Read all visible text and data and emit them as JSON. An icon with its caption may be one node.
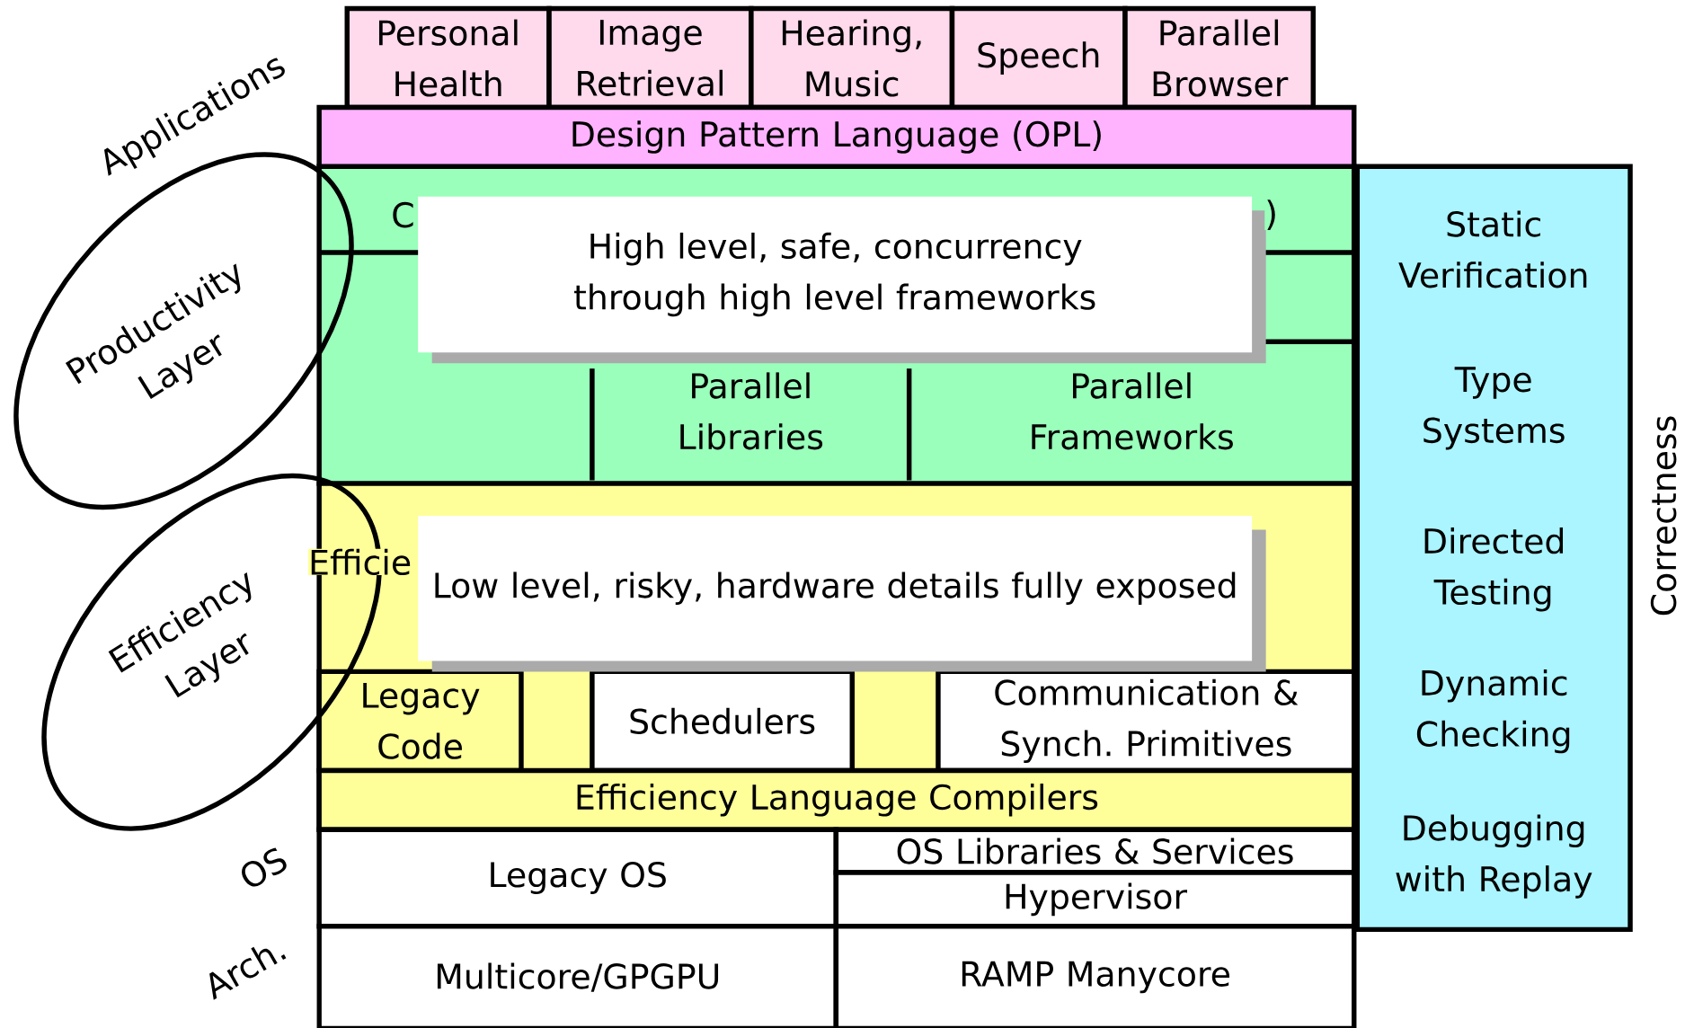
{
  "diagram": {
    "nodes": [
      {
        "text": [
          "Personal Health"
        ]
      },
      {
        "text": [
          "Image Retrieval"
        ]
      },
      {
        "text": [
          "Hearing, Music"
        ]
      },
      {
        "text": [
          "Speech"
        ]
      },
      {
        "text": [
          "Parallel Browser"
        ]
      },
      {
        "text": [
          "Design Pattern Language (OPL)"
        ]
      },
      {
        "text": [],
        "shape": "box"
      },
      {
        "text": [
          "C",
          ")"
        ],
        "in": 6
      },
      {
        "text": [
          "Parallel Libraries"
        ],
        "in": 6
      },
      {
        "text": [
          "Parallel Frameworks"
        ],
        "in": 6
      },
      {
        "text": [
          "High level, safe, concurrency through high level frameworks"
        ],
        "in": 6
      },
      {
        "text": [],
        "shape": "box"
      },
      {
        "text": [
          "Efficie"
        ],
        "in": 11
      },
      {
        "text": [
          "Low level, risky, hardware details fully exposed"
        ],
        "in": 11
      },
      {
        "text": [
          "Legacy Code"
        ],
        "in": 11
      },
      {
        "text": [
          "Schedulers"
        ],
        "in": 11
      },
      {
        "text": [
          "Communication & Synch. Primitives"
        ],
        "in": 11
      },
      {
        "text": [
          "Efficiency Language Compilers"
        ],
        "in": 11
      },
      {
        "text": [
          "Legacy OS"
        ]
      },
      {
        "text": [
          "OS Libraries & Services"
        ]
      },
      {
        "text": [
          "Hypervisor"
        ]
      },
      {
        "text": [
          "Multicore/GPGPU"
        ]
      },
      {
        "text": [
          "RAMP Manycore"
        ]
      },
      {
        "text": [
          "Static Verification",
          "Type Systems",
          "Directed Testing",
          "Dynamic Checking",
          "Debugging with Replay"
        ],
        "beside": [
          "Correctness"
        ]
      },
      {
        "text": [
          "Productivity Layer"
        ]
      },
      {
        "text": [
          "Efficiency Layer"
        ]
      }
    ],
    "labels": [
      "Applications",
      "OS",
      "Arch."
    ]
  }
}
